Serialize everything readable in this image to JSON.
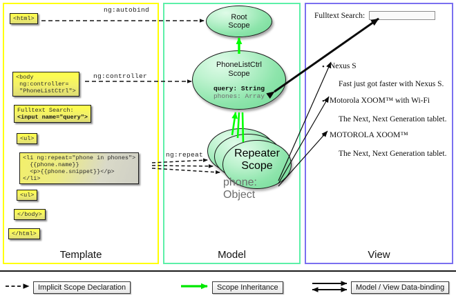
{
  "panels": {
    "template": {
      "label": "Template",
      "border_color": "#ffff00"
    },
    "model": {
      "label": "Model",
      "border_color": "#5cf0a8"
    },
    "view": {
      "label": "View",
      "border_color": "#7a6ff0"
    }
  },
  "template_code": {
    "html_open": "<html>",
    "body_open": "<body\n ng:controller=\n \"PhoneListCtrl\">",
    "search_line1": "Fulltext Search:",
    "search_line2": "<input name=\"query\">",
    "ul_open": "<ul>",
    "li_block": "<li ng:repeat=\"phone in phones\">\n  {{phone.name}}\n  <p>{{phone.snippet}}</p>\n</li>",
    "ul_close": "<ul>",
    "body_close": "</body>",
    "html_close": "</html>"
  },
  "connectors": {
    "autobind": "ng:autobind",
    "controller": "ng:controller",
    "repeat": "ng:repeat"
  },
  "model": {
    "root_scope": {
      "title_line1": "Root",
      "title_line2": "Scope"
    },
    "ctrl_scope": {
      "title_line1": "PhoneListCtrl",
      "title_line2": "Scope",
      "field_query": "query: String",
      "field_phones": "phones: Array"
    },
    "repeater_scope": {
      "title_line1": "Repeater",
      "title_line2": "Scope",
      "field_phone": "phone: Object",
      "stack_count": 3
    },
    "inheritance_color": "#00ff00"
  },
  "view": {
    "search_label": "Fulltext Search:",
    "search_value": "",
    "search_placeholder": "",
    "phones": [
      {
        "name": "Nexus S",
        "snippet": "Fast just got faster with Nexus S."
      },
      {
        "name": "Motorola XOOM™  with Wi-Fi",
        "snippet": "The Next, Next Generation tablet."
      },
      {
        "name": "MOTOROLA XOOM™",
        "snippet": "The Next, Next Generation tablet."
      }
    ]
  },
  "legend": {
    "implicit": "Implicit Scope Declaration",
    "inheritance": "Scope Inheritance",
    "databinding": "Model / View Data-binding"
  }
}
